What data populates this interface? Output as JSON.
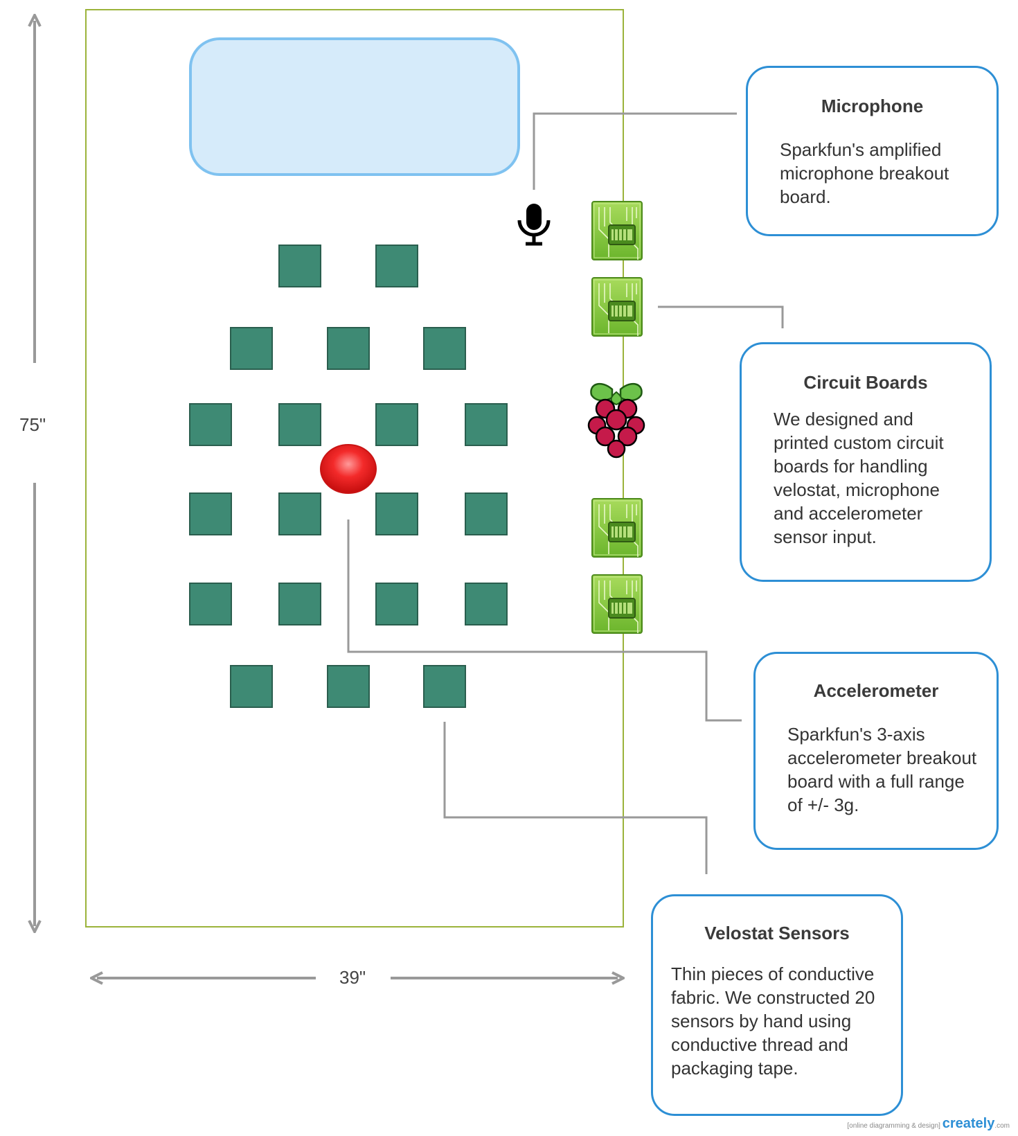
{
  "dimensions": {
    "height_label": "75\"",
    "width_label": "39\""
  },
  "callouts": {
    "microphone": {
      "title": "Microphone",
      "text": "Sparkfun's amplified microphone breakout board."
    },
    "circuit_boards": {
      "title": "Circuit Boards",
      "text": "We designed and printed custom circuit boards for handling velostat, microphone and accelerometer sensor input."
    },
    "accelerometer": {
      "title": "Accelerometer",
      "text": "Sparkfun's 3-axis accelerometer breakout board with a full range of +/- 3g."
    },
    "velostat": {
      "title": "Velostat Sensors",
      "text": "Thin pieces of conductive fabric. We constructed 20 sensors by hand using conductive thread and packaging tape."
    }
  },
  "colors": {
    "board_border": "#9bb33a",
    "panel_fill": "#d6ebfa",
    "panel_border": "#7fc2f0",
    "sensor_fill": "#3e8a74",
    "callout_border": "#2d8fd5",
    "connector": "#999999",
    "accelerometer_dot": "#e8151b",
    "chip": "#8fcf3c"
  },
  "icons": [
    "microphone-icon",
    "circuit-board-icon",
    "raspberry-pi-icon",
    "accelerometer-dot"
  ],
  "watermark": {
    "tagline": "[online diagramming & design]",
    "brand": "creately",
    "suffix": ".com"
  }
}
